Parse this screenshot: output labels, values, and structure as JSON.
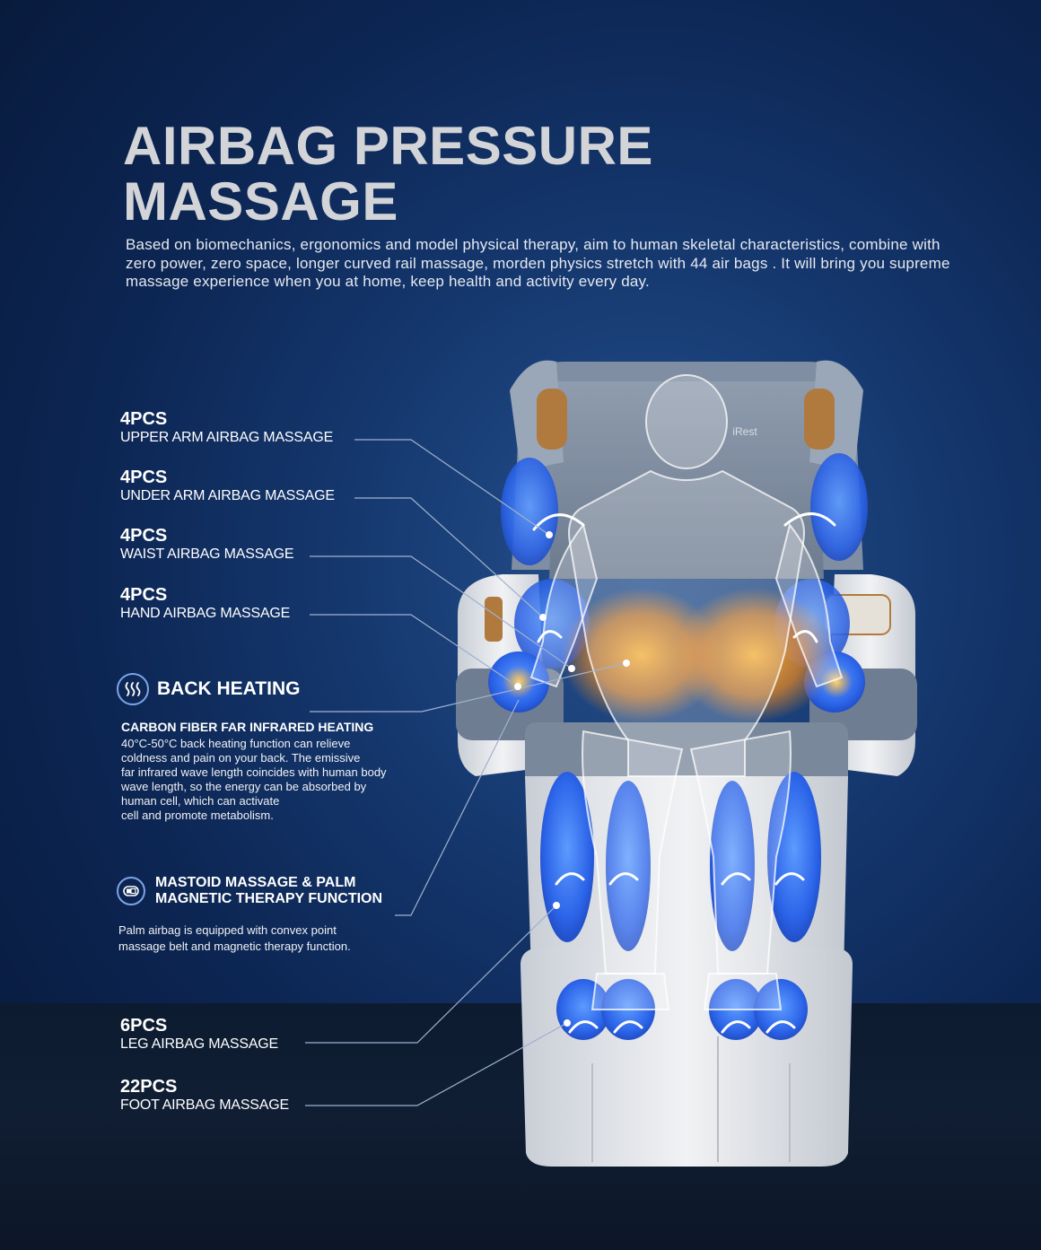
{
  "title": {
    "line1": "AIRBAG PRESSURE",
    "line2": "MASSAGE"
  },
  "intro": "Based on biomechanics, ergonomics and model physical therapy, aim to human skeletal characteristics, combine with zero power, zero space, longer curved rail massage, morden physics stretch with 44 air bags . It will bring you supreme massage experience when you at home, keep health and activity every day.",
  "brand": "iRest",
  "specs": [
    {
      "qty": "4PCS",
      "label": "UPPER ARM AIRBAG MASSAGE"
    },
    {
      "qty": "4PCS",
      "label": "UNDER ARM  AIRBAG MASSAGE"
    },
    {
      "qty": "4PCS",
      "label": "WAIST AIRBAG MASSAGE"
    },
    {
      "qty": "4PCS",
      "label": "HAND AIRBAG MASSAGE"
    },
    {
      "qty": "6PCS",
      "label": "LEG AIRBAG MASSAGE"
    },
    {
      "qty": "22PCS",
      "label": "FOOT AIRBAG MASSAGE"
    }
  ],
  "heating": {
    "icon": "heat-waves-icon",
    "title": "BACK HEATING",
    "subtitle": "CARBON FIBER FAR INFRARED HEATING",
    "lines": [
      "40°C-50°C back heating function can relieve",
      "coldness and pain on your back. The emissive",
      "far infrared wave length coincides with human body",
      "wave length, so the energy can be absorbed by",
      "human cell, which can activate",
      "cell and promote metabolism."
    ]
  },
  "magnetic": {
    "icon": "magnet-icon",
    "title_line1": "MASTOID MASSAGE & PALM",
    "title_line2": "MAGNETIC THERAPY FUNCTION",
    "lines": [
      "Palm airbag is equipped with convex point",
      "massage belt and magnetic therapy function."
    ]
  },
  "colors": {
    "airbag": "#2f6ff0",
    "heat": "#ff9a1f",
    "leader": "#9fb2cf",
    "title": "#d2d4d8"
  }
}
